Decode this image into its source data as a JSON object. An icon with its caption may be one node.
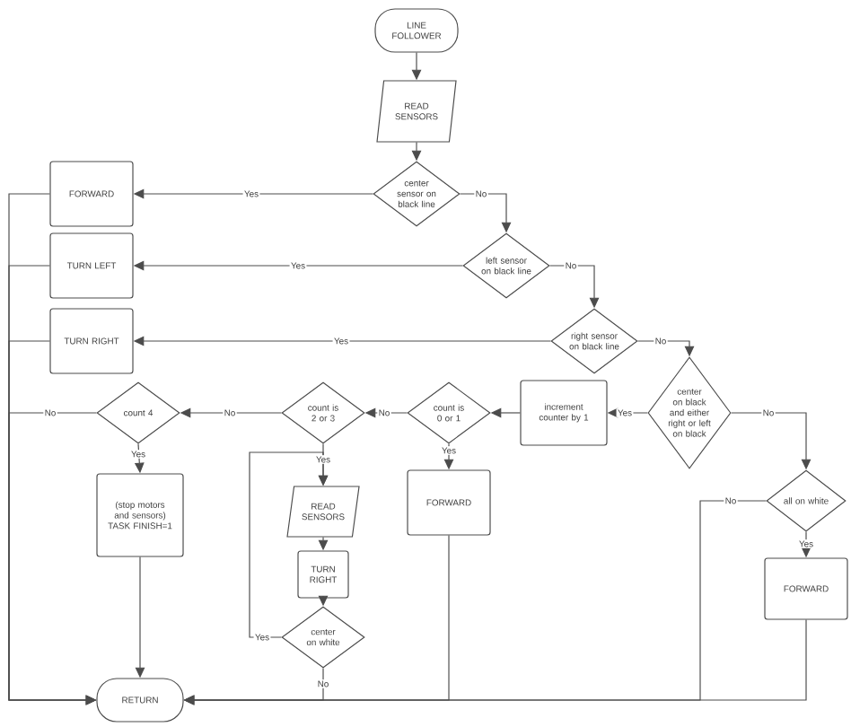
{
  "diagram": {
    "nodes": [
      {
        "text": [
          "LINE FOLLOWER"
        ]
      },
      {
        "text": [
          "READ SENSORS"
        ]
      },
      {
        "text": [
          "center sensor on black line"
        ]
      },
      {
        "text": [
          "FORWARD"
        ]
      },
      {
        "text": [
          "TURN LEFT"
        ]
      },
      {
        "text": [
          "TURN RIGHT"
        ]
      },
      {
        "text": [
          "left sensor on black line"
        ]
      },
      {
        "text": [
          "right sensor on black line"
        ]
      },
      {
        "text": [
          "center on black and either right or left on black"
        ]
      },
      {
        "text": [
          "increment counter by 1"
        ]
      },
      {
        "text": [
          "count is 0 or 1"
        ]
      },
      {
        "text": [
          "count is 2 or 3"
        ]
      },
      {
        "text": [
          "count 4"
        ]
      },
      {
        "text": [
          "(stop motors and sensors) TASK FINISH=1"
        ]
      },
      {
        "text": [
          "READ SENSORS"
        ]
      },
      {
        "text": [
          "TURN RIGHT"
        ]
      },
      {
        "text": [
          "center on white"
        ]
      },
      {
        "text": [
          "FORWARD"
        ]
      },
      {
        "text": [
          "all on white"
        ]
      },
      {
        "text": [
          "FORWARD"
        ]
      },
      {
        "text": [
          "RETURN"
        ]
      }
    ],
    "edges": [
      {
        "from": 0,
        "to": 1,
        "arrow": "to"
      },
      {
        "from": 1,
        "to": 2,
        "arrow": "to"
      },
      {
        "from": 2,
        "to": 3,
        "arrow": "to",
        "label": "Yes"
      },
      {
        "from": 2,
        "to": 6,
        "arrow": "to",
        "label": "No"
      },
      {
        "from": 6,
        "to": 4,
        "arrow": "to",
        "label": "Yes"
      },
      {
        "from": 6,
        "to": 7,
        "arrow": "to",
        "label": "No"
      },
      {
        "from": 7,
        "to": 5,
        "arrow": "to",
        "label": "Yes"
      },
      {
        "from": 7,
        "to": 8,
        "arrow": "to",
        "label": "No"
      },
      {
        "from": 8,
        "to": 9,
        "arrow": "to",
        "label": "Yes"
      },
      {
        "from": 9,
        "to": 10,
        "arrow": "to"
      },
      {
        "from": 10,
        "to": 11,
        "arrow": "to",
        "label": "No"
      },
      {
        "from": 11,
        "to": 12,
        "arrow": "to",
        "label": "No"
      },
      {
        "from": 12,
        "to": 20,
        "arrow": "to",
        "label": "No"
      },
      {
        "from": 3,
        "to": 20,
        "arrow": "to"
      },
      {
        "from": 4,
        "to": 20,
        "arrow": "to"
      },
      {
        "from": 5,
        "to": 20,
        "arrow": "to"
      },
      {
        "from": 12,
        "to": 13,
        "arrow": "to",
        "label": "Yes"
      },
      {
        "from": 13,
        "to": 20,
        "arrow": "to"
      },
      {
        "from": 11,
        "to": 14,
        "arrow": "to",
        "label": "Yes"
      },
      {
        "from": 14,
        "to": 15,
        "arrow": "to"
      },
      {
        "from": 15,
        "to": 16,
        "arrow": "to"
      },
      {
        "from": 16,
        "to": 14,
        "arrow": "to",
        "label": "Yes"
      },
      {
        "from": 16,
        "to": 20,
        "arrow": "to",
        "label": "No"
      },
      {
        "from": 10,
        "to": 17,
        "arrow": "to",
        "label": "Yes"
      },
      {
        "from": 17,
        "to": 20,
        "arrow": "to"
      },
      {
        "from": 8,
        "to": 18,
        "arrow": "to",
        "label": "No"
      },
      {
        "from": 18,
        "to": 20,
        "arrow": "to",
        "label": "No"
      },
      {
        "from": 18,
        "to": 19,
        "arrow": "to",
        "label": "Yes"
      },
      {
        "from": 19,
        "to": 20,
        "arrow": "to"
      }
    ]
  }
}
